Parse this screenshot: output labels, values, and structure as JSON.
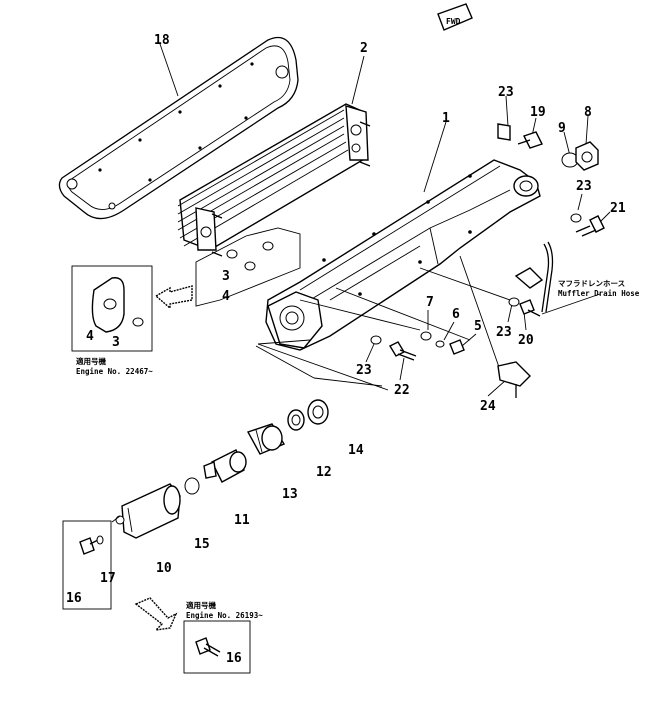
{
  "fwd_mark": "FWD",
  "labels": {
    "p1": "1",
    "p2": "2",
    "p3": "3",
    "p3b": "3",
    "p4": "4",
    "p4b": "4",
    "p5": "5",
    "p6": "6",
    "p7": "7",
    "p8": "8",
    "p9": "9",
    "p10": "10",
    "p11": "11",
    "p12": "12",
    "p13": "13",
    "p14": "14",
    "p15": "15",
    "p16": "16",
    "p16b": "16",
    "p17": "17",
    "p18": "18",
    "p19": "19",
    "p20": "20",
    "p21": "21",
    "p22": "22",
    "p23a": "23",
    "p23b": "23",
    "p23c": "23",
    "p23d": "23",
    "p24": "24"
  },
  "notes": {
    "applicable_jp": "適用号機",
    "engine_22467": "Engine No. 22467~",
    "applicable_jp2": "適用号機",
    "engine_26193": "Engine No. 26193~",
    "muffler_jp": "マフラドレンホース",
    "muffler_en": "Muffler Drain Hose"
  }
}
